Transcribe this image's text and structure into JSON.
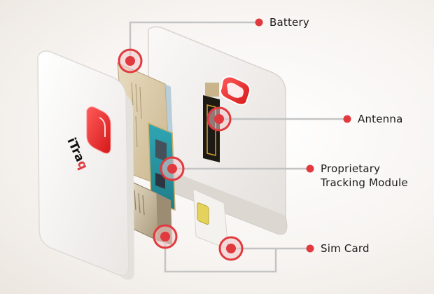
{
  "diagram": {
    "brand_logo": "iTraq",
    "accent_color": "#e03a3e",
    "connector_color": "#c4c4c4",
    "callouts": [
      {
        "id": "battery",
        "label_lines": [
          "Battery"
        ]
      },
      {
        "id": "antenna",
        "label_lines": [
          "Antenna"
        ]
      },
      {
        "id": "tracking-module",
        "label_lines": [
          "Proprietary",
          "Tracking Module"
        ]
      },
      {
        "id": "sim-card",
        "label_lines": [
          "Sim Card"
        ]
      }
    ]
  }
}
